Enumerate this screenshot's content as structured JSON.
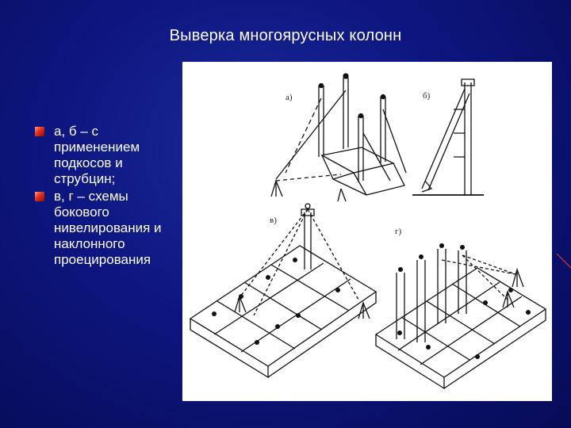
{
  "slide": {
    "title": "Выверка многоярусных колонн",
    "bullets": [
      "а, б – с применением подкосов и струбцин;",
      "в, г – схемы бокового нивелирования и наклонного проецирования"
    ]
  },
  "figure": {
    "labels": [
      "а)",
      "б)",
      "в)",
      "г)"
    ]
  },
  "colors": {
    "background": "#0d1680",
    "text": "#ffffff",
    "bullet": "#e0301e",
    "accent_line": "#d23a2a"
  }
}
